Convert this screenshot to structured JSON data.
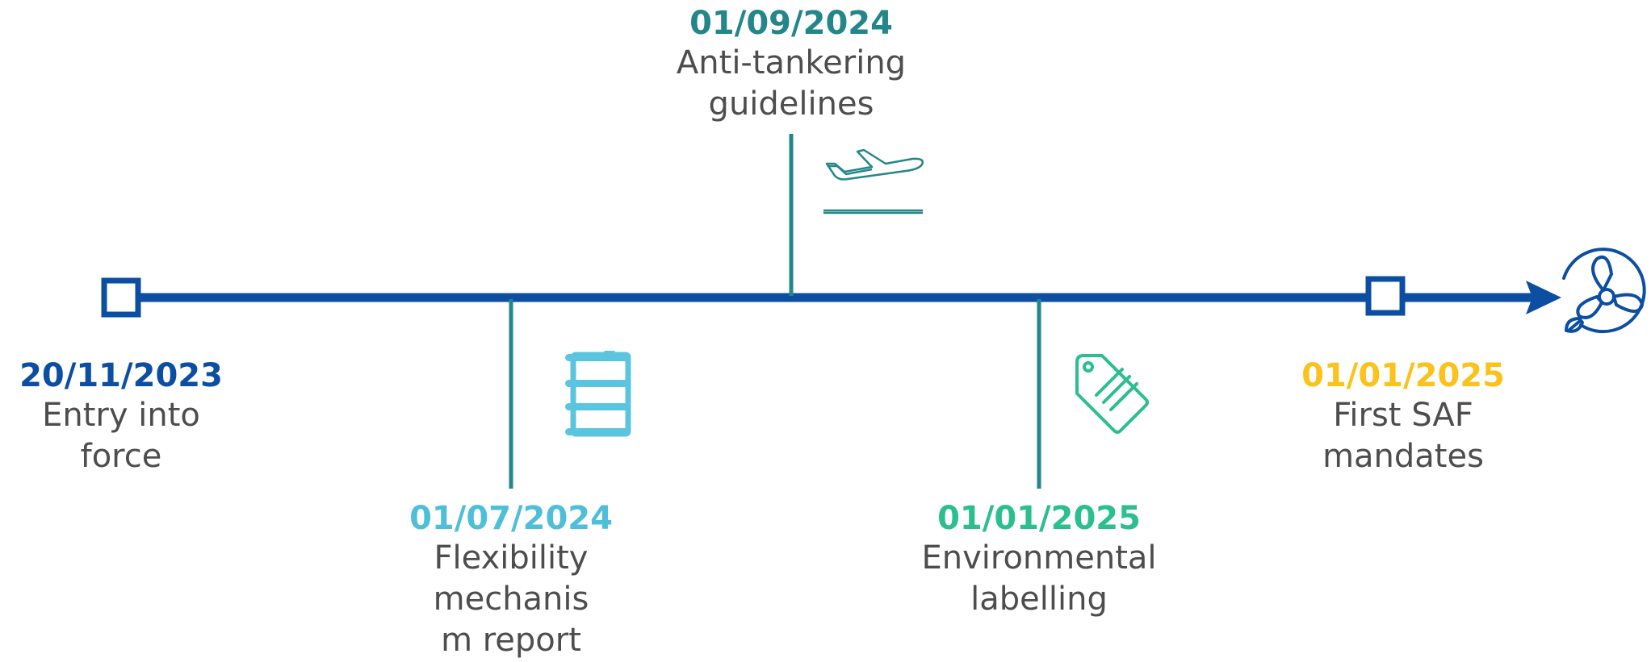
{
  "colors": {
    "axis": "#0b4ea2",
    "stem": "#23868a",
    "date_entry": "#0b4ea2",
    "date_flex": "#4fbfd9",
    "date_anti": "#23868a",
    "date_env": "#2bbf8e",
    "date_saf": "#fbc21b",
    "label_text": "#4d4d4d",
    "barrel_icon": "#5bc5df",
    "tag_icon": "#2bbf8e",
    "plane_icon": "#23868a",
    "propeller_icon": "#0b4ea2"
  },
  "milestones": [
    {
      "id": "entry",
      "date": "20/11/2023",
      "label": "Entry into force"
    },
    {
      "id": "flex",
      "date": "01/07/2024",
      "label": "Flexibility mechanism report"
    },
    {
      "id": "anti",
      "date": "01/09/2024",
      "label": "Anti-tankering guidelines"
    },
    {
      "id": "env",
      "date": "01/01/2025",
      "label": "Environmental labelling"
    },
    {
      "id": "saf",
      "date": "01/01/2025",
      "label": "First SAF mandates"
    }
  ],
  "icons": {
    "start_marker": "square-marker",
    "end_marker": "square-marker",
    "arrow": "arrow-head",
    "end_icon": "propeller-leaf-icon",
    "barrel": "fuel-barrel-icon",
    "plane": "airplane-takeoff-icon",
    "tag": "price-tag-icon"
  }
}
